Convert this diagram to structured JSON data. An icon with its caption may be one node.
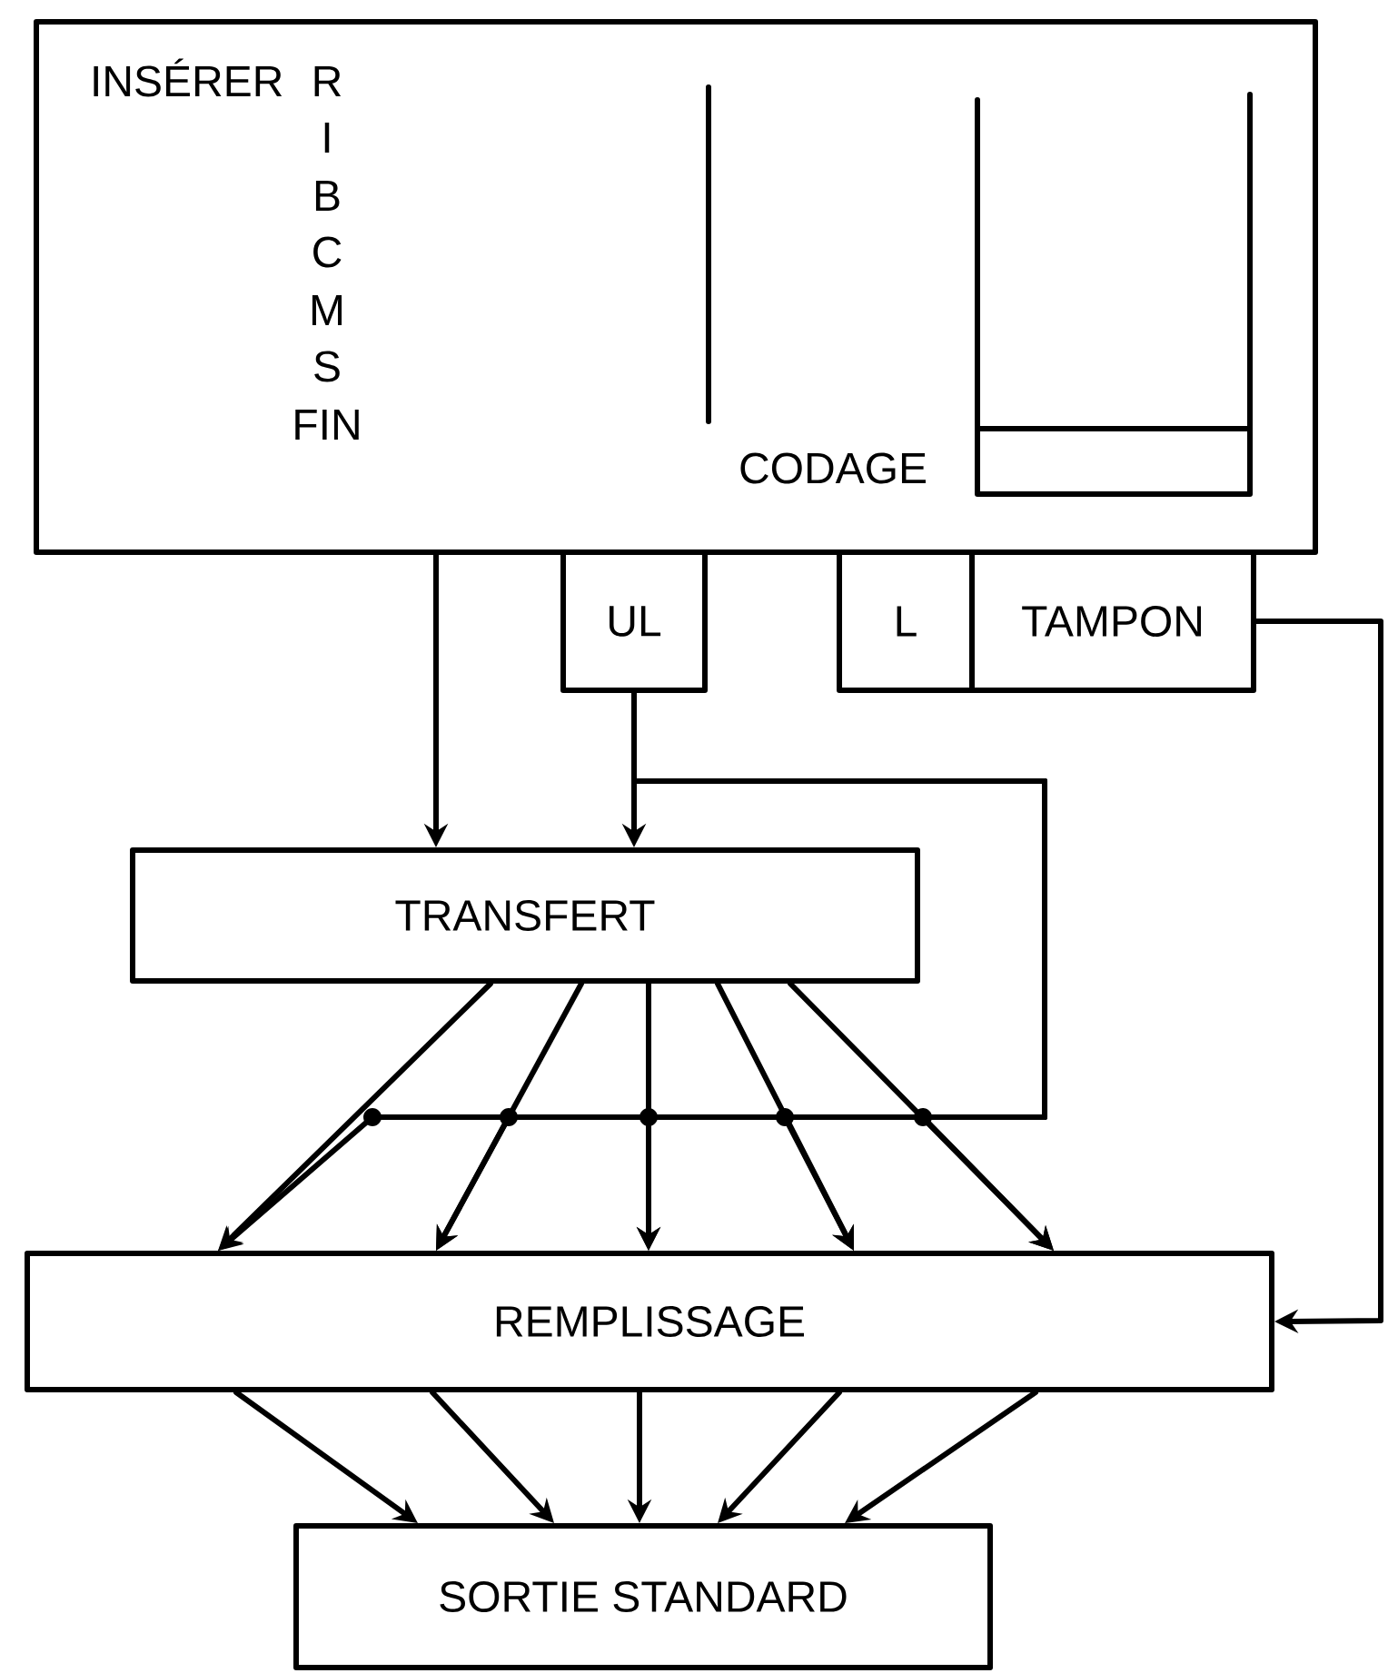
{
  "diagram": {
    "nodes": [
      {
        "text": [
          "INSÉRER",
          "R",
          "I",
          "B",
          "C",
          "M",
          "S",
          "FIN",
          "CODAGE"
        ]
      },
      {
        "text": [
          "UL"
        ]
      },
      {
        "text": [
          "L"
        ]
      },
      {
        "text": [
          "TAMPON"
        ]
      },
      {
        "text": [
          "TRANSFERT"
        ]
      },
      {
        "text": [
          "REMPLISSAGE"
        ]
      },
      {
        "text": [
          "SORTIE STANDARD"
        ]
      }
    ],
    "edges": [
      {
        "from": 0,
        "to": 4,
        "arrow": "to"
      },
      {
        "from": 1,
        "to": 4,
        "arrow": "to"
      },
      {
        "from": 4,
        "to": 5,
        "arrow": "to"
      },
      {
        "from": 4,
        "to": 5,
        "arrow": "to"
      },
      {
        "from": 4,
        "to": 5,
        "arrow": "to"
      },
      {
        "from": 4,
        "to": 5,
        "arrow": "to"
      },
      {
        "from": 4,
        "to": 5,
        "arrow": "to"
      },
      {
        "from": 1,
        "to": 5,
        "arrow": "to"
      },
      {
        "from": 1,
        "to": 5,
        "arrow": "to"
      },
      {
        "from": 1,
        "to": 5,
        "arrow": "to"
      },
      {
        "from": 1,
        "to": 5,
        "arrow": "to"
      },
      {
        "from": 1,
        "to": 5,
        "arrow": "to"
      },
      {
        "from": 3,
        "to": 5,
        "arrow": "to"
      },
      {
        "from": 5,
        "to": 6,
        "arrow": "to"
      },
      {
        "from": 5,
        "to": 6,
        "arrow": "to"
      },
      {
        "from": 5,
        "to": 6,
        "arrow": "to"
      },
      {
        "from": 5,
        "to": 6,
        "arrow": "to"
      },
      {
        "from": 5,
        "to": 6,
        "arrow": "to"
      }
    ]
  }
}
